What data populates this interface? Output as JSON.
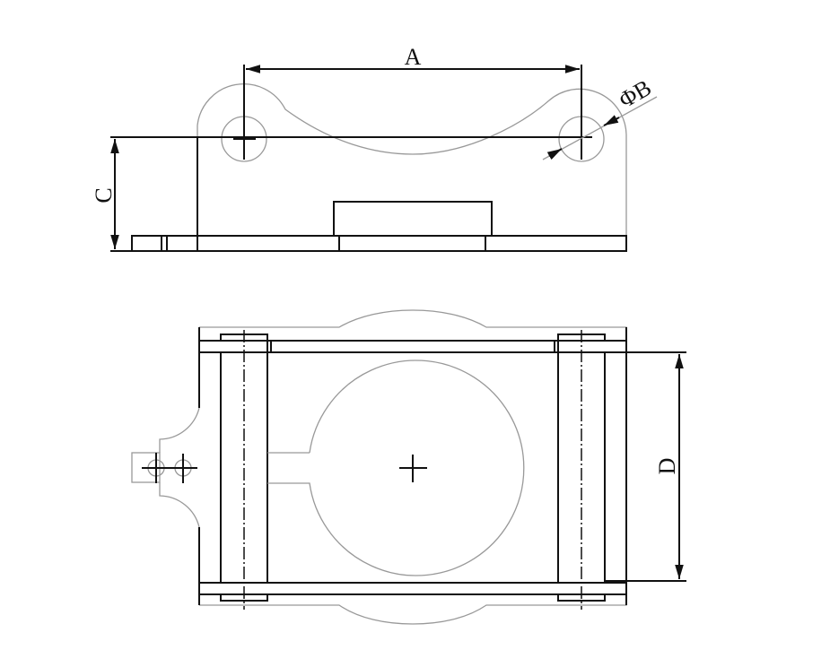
{
  "drawing": {
    "labels": {
      "a": "A",
      "b": "ΦB",
      "c": "C",
      "d": "D"
    },
    "views": [
      "side-view",
      "top-view"
    ]
  }
}
